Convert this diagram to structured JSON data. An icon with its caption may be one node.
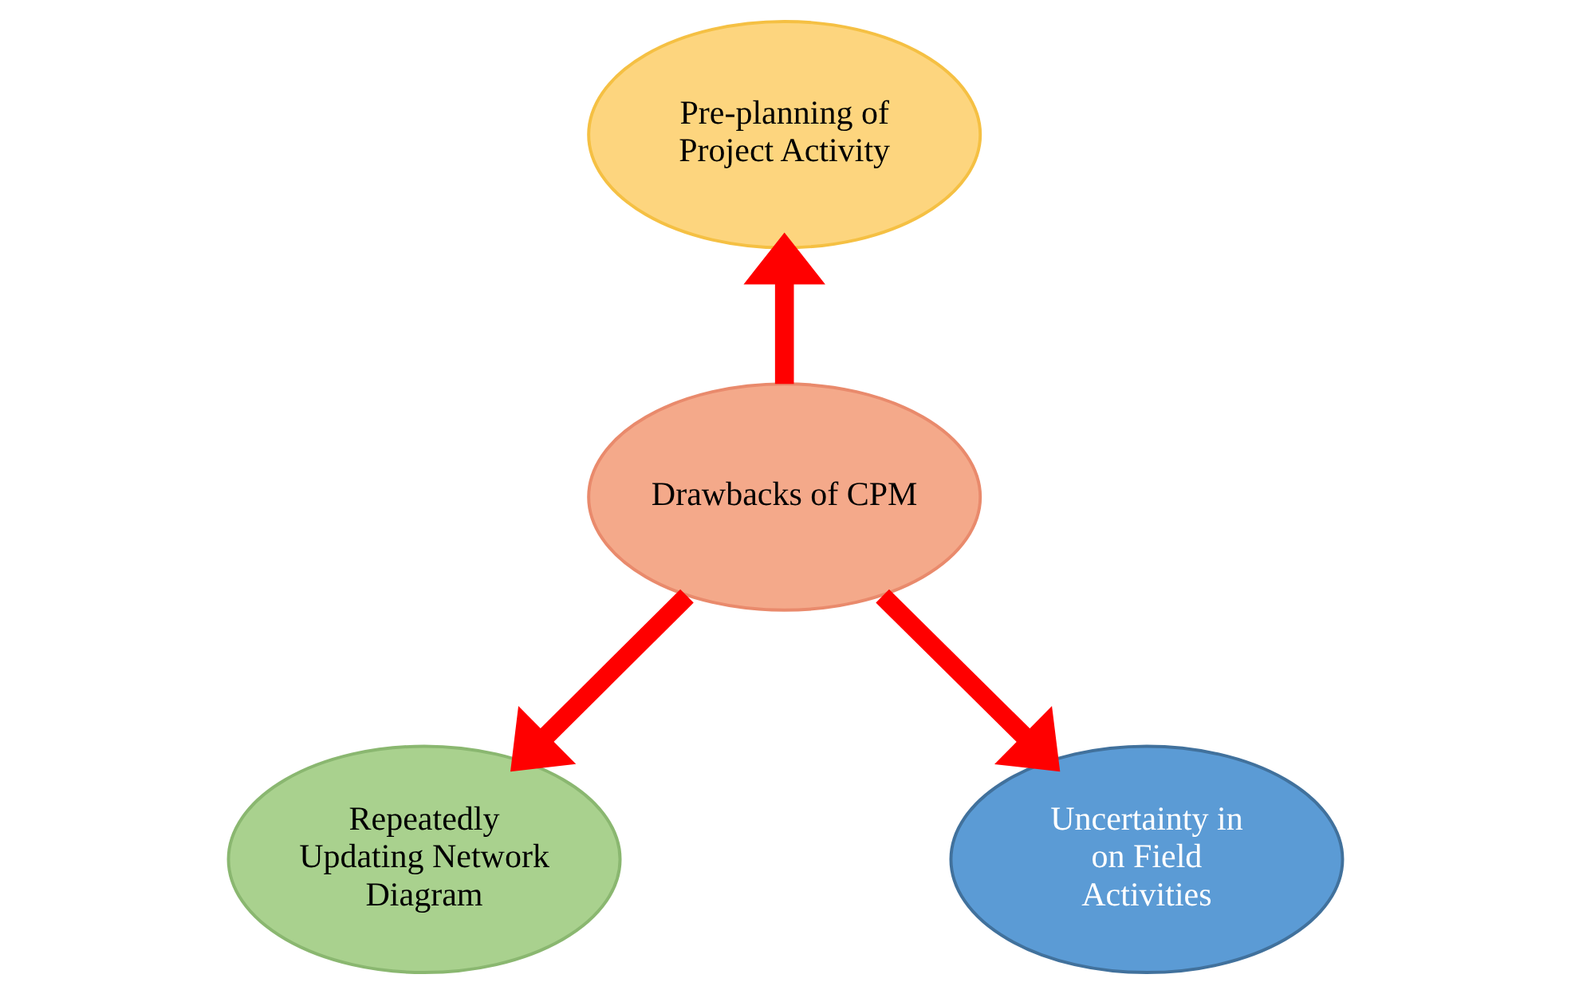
{
  "diagram": {
    "nodes": [
      {
        "text": [
          "Pre-planning of Project Activity"
        ]
      },
      {
        "text": [
          "Drawbacks of CPM"
        ]
      },
      {
        "text": [
          "Repeatedly Updating Network Diagram"
        ]
      },
      {
        "text": [
          "Uncertainty in on Field Activities"
        ]
      }
    ],
    "edges": [
      {
        "from": 1,
        "to": 0,
        "arrow": "to"
      },
      {
        "from": 1,
        "to": 2,
        "arrow": "to"
      },
      {
        "from": 1,
        "to": 3,
        "arrow": "to"
      }
    ]
  }
}
